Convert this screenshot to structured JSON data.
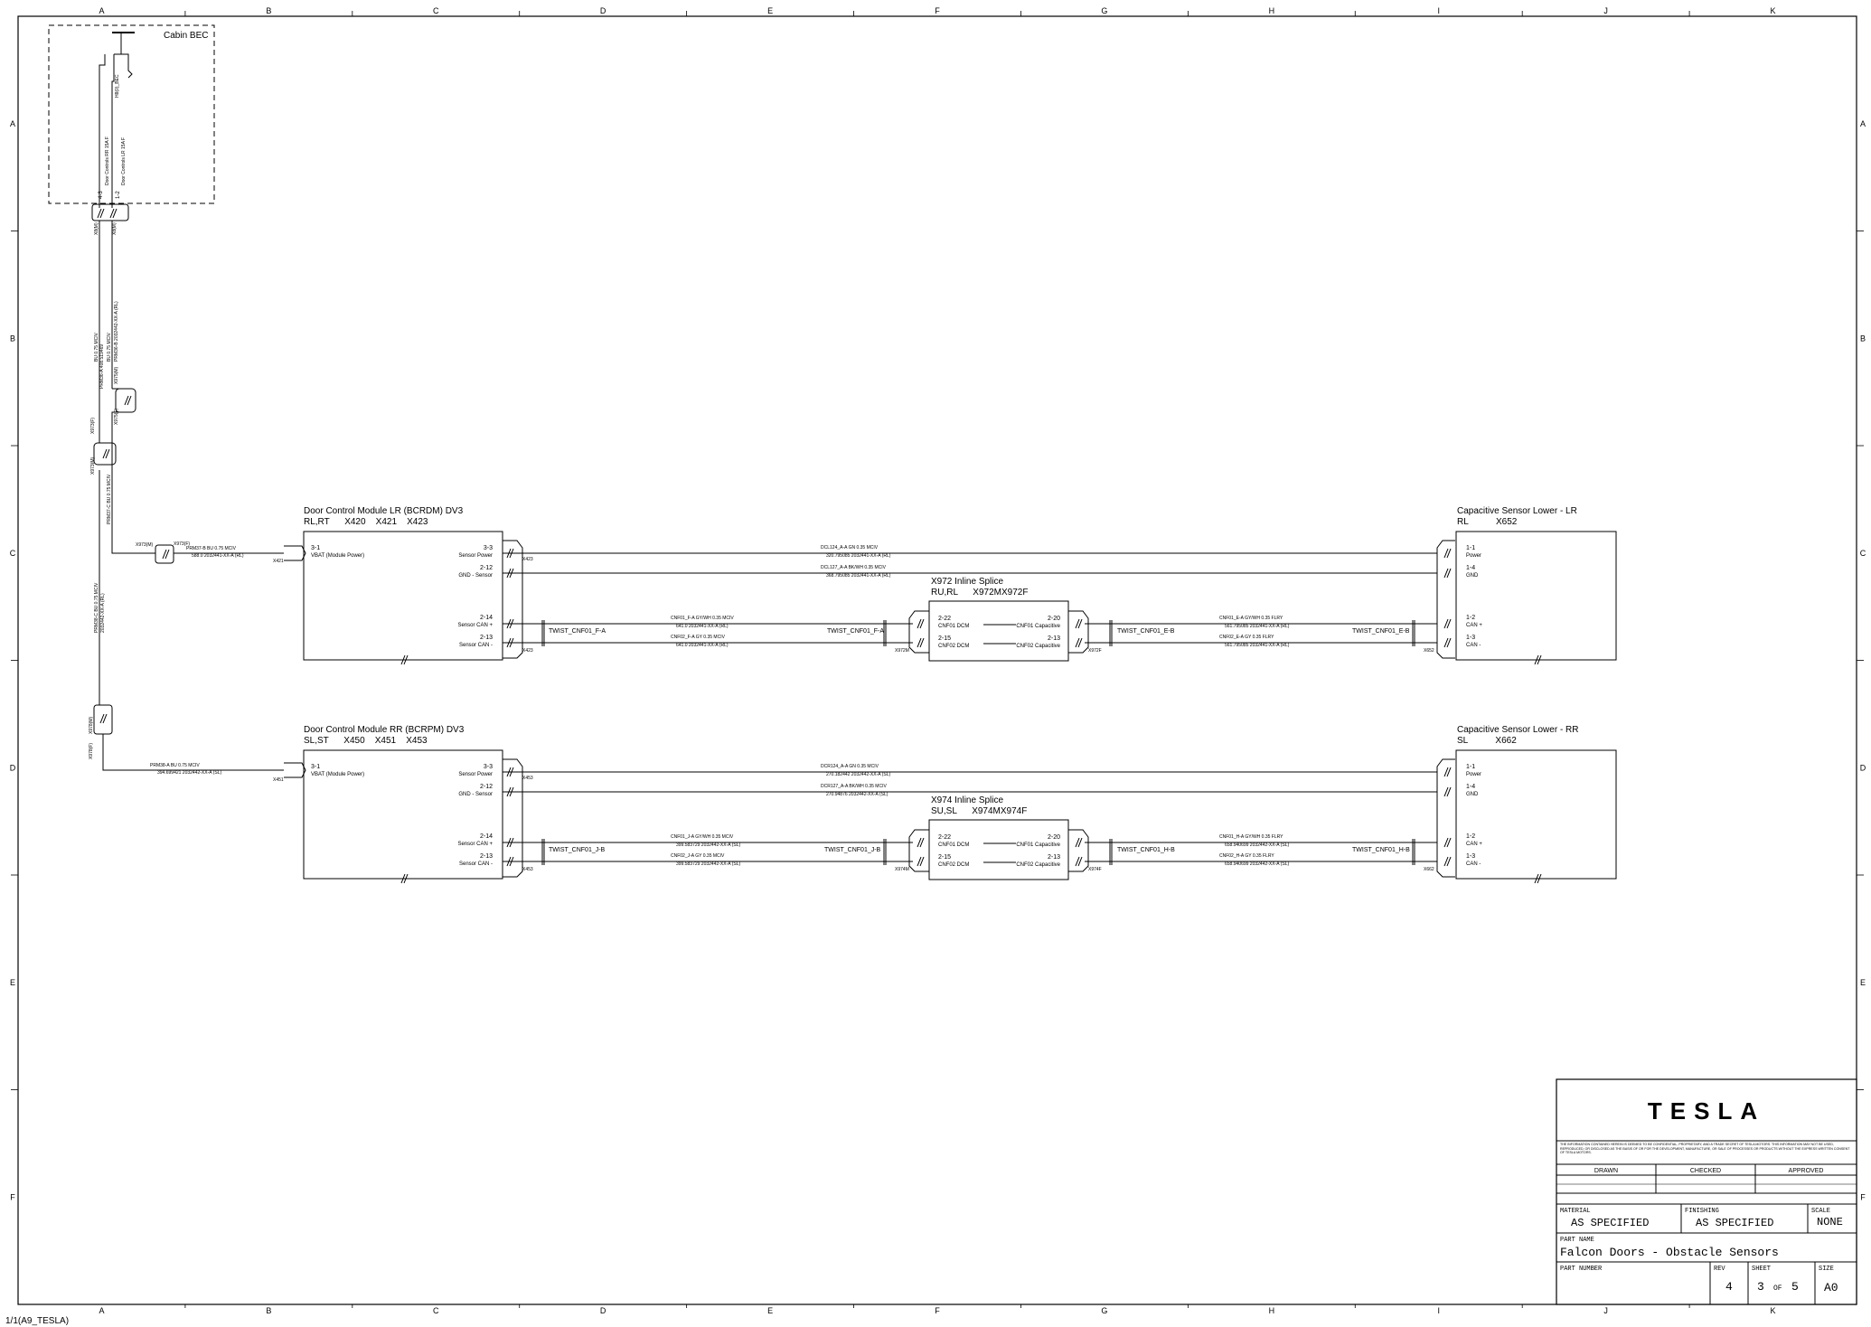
{
  "grid": {
    "cols": [
      "A",
      "B",
      "C",
      "D",
      "E",
      "F",
      "G",
      "H",
      "I",
      "J",
      "K"
    ],
    "rows": [
      "A",
      "B",
      "C",
      "D",
      "E",
      "F"
    ]
  },
  "bec": {
    "title": "Cabin BEC",
    "fuse_label": "H8(0)_BEC",
    "pin_a": "4-3",
    "pin_b": "1-2",
    "circuit_a": "Door Controls RR 15A F",
    "circuit_b": "Door Controls LR 15A F",
    "conn_a": "X8(M)",
    "conn_b": "X8(M)"
  },
  "feed": {
    "wire_upper_a": "BU 0.75 MCIV",
    "wire_upper_b": "BU 0.75 MCIV",
    "wire_upper_a2": "PRM36-A 408.519469",
    "wire_upper_b2": "PRM36-B 2032442-XX-A (RL)",
    "splice1": "X975(M)",
    "splice2": "X975(F)",
    "splice3": "X973(M)",
    "splice4": "X973(F)",
    "wire_mid_a": "PRM37-C BU 0.75 MCIV",
    "wire_mid_b": "2032441-XX-A (RL)",
    "wire_low_a": "PRM38-C BU 0.75 MCIV",
    "wire_low_b": "2032442-XX-A (RL)",
    "splice5": "X978(M)",
    "splice6": "X978(F)"
  },
  "lr": {
    "dcm_title": "Door Control Module LR (BCRDM) DV3",
    "dcm_sub": "RL,RT      X420    X421    X423",
    "pin_vbat": "3-1",
    "lbl_vbat": "VBAT (Module Power)",
    "pin_sp": "3-3",
    "lbl_sp": "Sensor Power",
    "pin_gnd": "2-12",
    "lbl_gnd": "GND - Sensor",
    "pin_canp": "2-14",
    "lbl_canp": "Sensor CAN +",
    "pin_canm": "2-13",
    "lbl_canm": "Sensor CAN -",
    "conn_vbat": "X421",
    "conn_sp": "X423",
    "conn_can": "X423",
    "feed_wire": "PRM37-B    BU    0.75    MCIV",
    "feed_wire2": "588.0        2032441-XX-A (RL)",
    "feed_conn_a": "X973(M)",
    "feed_conn_b": "X973(F)",
    "w_sp": "DCL124_A-A    GN    0.35    MCIV",
    "w_sp2": "320.795085      2032441-XX-A (RL)",
    "w_gnd": "DCL127_A-A    BK/WH    0.35    MCIV",
    "w_gnd2": "368.795085      2032441-XX-A (RL)",
    "twist_left_a": "TWIST_CNF01_F-A",
    "twist_left_b": "TWIST_CNF01_F-A",
    "w_canp": "CNF01_F-A    GY/WH    0.35    MCIV",
    "w_canp2": "641.0      2032441-XX-A (RL)",
    "w_canm": "CNF02_F-A    GY    0.35    MCIV",
    "w_canm2": "641.0      2032441-XX-A (RL)",
    "splice_title": "X972 Inline Splice",
    "splice_sub": "RU,RL      X972MX972F",
    "sp_p1": "2-22",
    "sp_l1": "CNF01 DCM",
    "sp_p2": "2-15",
    "sp_l2": "CNF02 DCM",
    "sp_p3": "2-20",
    "sp_l3": "CNF01 Capacitive",
    "sp_p4": "2-13",
    "sp_l4": "CNF02 Capacitive",
    "sp_conn_l": "X972M",
    "sp_conn_r": "X972F",
    "twist_right_a": "TWIST_CNF01_E-B",
    "twist_right_b": "TWIST_CNF01_E-B",
    "w_r_canp": "CNF01_E-A    GY/WH    0.35    FLRY",
    "w_r_canp2": "561.795085      2032441-XX-A (RL)",
    "w_r_canm": "CNF02_E-A    GY    0.35    FLRY",
    "w_r_canm2": "561.795085      2032441-XX-A (RL)",
    "cs_title": "Capacitive Sensor Lower - LR",
    "cs_sub": "RL           X652",
    "cs_p1": "1-1",
    "cs_l1": "Power",
    "cs_p2": "1-4",
    "cs_l2": "GND",
    "cs_p3": "1-2",
    "cs_l3": "CAN +",
    "cs_p4": "1-3",
    "cs_l4": "CAN -",
    "cs_conn": "X652"
  },
  "rr": {
    "dcm_title": "Door Control Module RR (BCRPM) DV3",
    "dcm_sub": "SL,ST      X450    X451    X453",
    "pin_vbat": "3-1",
    "lbl_vbat": "VBAT (Module Power)",
    "pin_sp": "3-3",
    "lbl_sp": "Sensor Power",
    "pin_gnd": "2-12",
    "lbl_gnd": "GND - Sensor",
    "pin_canp": "2-14",
    "lbl_canp": "Sensor CAN +",
    "pin_canm": "2-13",
    "lbl_canm": "Sensor CAN -",
    "conn_vbat": "X451",
    "conn_sp": "X453",
    "conn_can": "X453",
    "feed_wire": "PRM38-A    BU    0.75    MCIV",
    "feed_wire2": "394.699421          2032442-XX-A (SL)",
    "w_sp": "DCR124_A-A    GN    0.35    MCIV",
    "w_sp2": "270.182442      2032442-XX-A (SL)",
    "w_gnd": "DCR127_A-A    BK/WH    0.35    MCIV",
    "w_gnd2": "270.94876      2032442-XX-A (SL)",
    "twist_left_a": "TWIST_CNF01_J-B",
    "twist_left_b": "TWIST_CNF01_J-B",
    "w_canp": "CNF01_J-A    GY/WH    0.35    MCIV",
    "w_canp2": "399.583729      2032442-XX-A (SL)",
    "w_canm": "CNF02_J-A    GY    0.35    MCIV",
    "w_canm2": "399.583729      2032442-XX-A (SL)",
    "splice_title": "X974 Inline Splice",
    "splice_sub": "SU,SL      X974MX974F",
    "sp_p1": "2-22",
    "sp_l1": "CNF01 DCM",
    "sp_p2": "2-15",
    "sp_l2": "CNF02 DCM",
    "sp_p3": "2-20",
    "sp_l3": "CNF01 Capacitive",
    "sp_p4": "2-13",
    "sp_l4": "CNF02 Capacitive",
    "sp_conn_l": "X974M",
    "sp_conn_r": "X974F",
    "twist_right_a": "TWIST_CNF01_H-B",
    "twist_right_b": "TWIST_CNF01_H-B",
    "w_r_canp": "CNF01_H-A    GY/WH    0.35    FLRY",
    "w_r_canp2": "658.940699      2032442-XX-A (SL)",
    "w_r_canm": "CNF02_H-A    GY    0.35    FLRY",
    "w_r_canm2": "658.940699      2032442-XX-A (SL)",
    "cs_title": "Capacitive Sensor Lower - RR",
    "cs_sub": "SL           X662",
    "cs_p1": "1-1",
    "cs_l1": "Power",
    "cs_p2": "1-4",
    "cs_l2": "GND",
    "cs_p3": "1-2",
    "cs_l3": "CAN +",
    "cs_p4": "1-3",
    "cs_l4": "CAN -",
    "cs_conn": "X662"
  },
  "titleblock": {
    "logo": "TESLA",
    "notice": "THE INFORMATION CONTAINED HEREIN IS DEEMED TO BE CONFIDENTIAL, PROPRIETARY, AND A TRADE SECRET OF TESLA MOTORS. THIS INFORMATION MAY NOT BE USED, REPRODUCED, OR DISCLOSED AS THE BASIS OF OR FOR THE DEVELOPMENT, MANUFACTURE, OR SALE OF PROCESSES OR PRODUCTS WITHOUT THE EXPRESS WRITTEN CONSENT OF TESLA MOTORS.",
    "drawn": "DRAWN",
    "checked": "CHECKED",
    "approved": "APPROVED",
    "material_label": "MATERIAL",
    "material": "AS SPECIFIED",
    "finishing_label": "FINISHING",
    "finishing": "AS SPECIFIED",
    "scale_label": "SCALE",
    "scale": "NONE",
    "part_name_label": "PART NAME",
    "part_name": "Falcon Doors - Obstacle Sensors",
    "part_number_label": "PART NUMBER",
    "rev_label": "REV",
    "rev": "4",
    "sheet_label": "SHEET",
    "sheet": "3",
    "sheet_of": "OF",
    "sheet_total": "5",
    "size_label": "SIZE",
    "size": "A0"
  },
  "footer": "1/1(A9_TESLA)"
}
